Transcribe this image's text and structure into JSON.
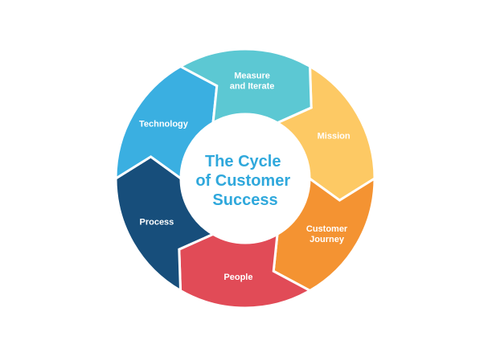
{
  "diagram": {
    "center_title": [
      "The Cycle",
      "of Customer",
      "Success"
    ],
    "center_color": "#2fa8dc",
    "segments": [
      {
        "id": "mission",
        "lines": [
          "Mission"
        ],
        "color": "#fdc964"
      },
      {
        "id": "customer-journey",
        "lines": [
          "Customer",
          "Journey"
        ],
        "color": "#f49332"
      },
      {
        "id": "people",
        "lines": [
          "People"
        ],
        "color": "#e14b57"
      },
      {
        "id": "process",
        "lines": [
          "Process"
        ],
        "color": "#174e7b"
      },
      {
        "id": "technology",
        "lines": [
          "Technology"
        ],
        "color": "#3aafe1"
      },
      {
        "id": "measure-iterate",
        "lines": [
          "Measure",
          "and Iterate"
        ],
        "color": "#5cc8d3"
      }
    ]
  }
}
